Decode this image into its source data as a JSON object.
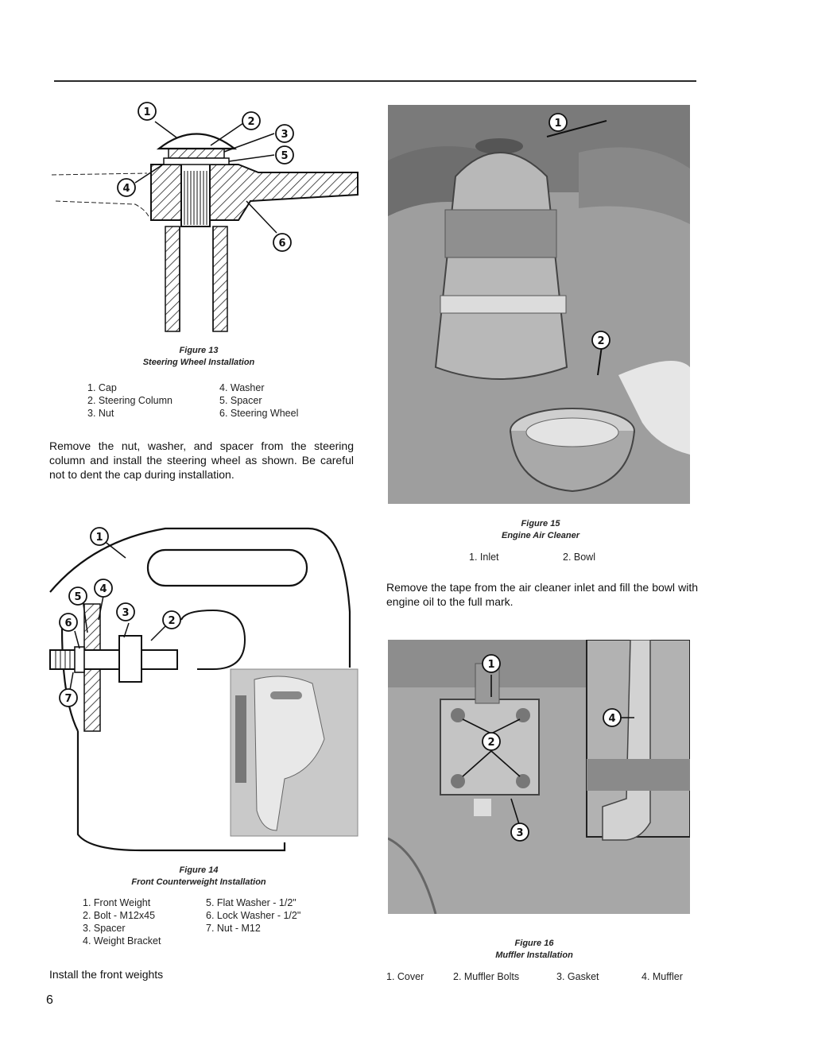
{
  "figure13": {
    "label": "Figure 13",
    "title": "Steering Wheel Installation",
    "callouts": [
      "1",
      "2",
      "3",
      "4",
      "5",
      "6"
    ],
    "legend_left": [
      "1. Cap",
      "2. Steering Column",
      "3. Nut"
    ],
    "legend_right": [
      "4. Washer",
      "5. Spacer",
      "6. Steering Wheel"
    ]
  },
  "text13": "Remove the nut, washer, and spacer from the steering column and install the steering wheel as shown. Be careful not to dent the cap during installation.",
  "figure14": {
    "label": "Figure 14",
    "title": "Front Counterweight Installation",
    "callouts": [
      "1",
      "2",
      "3",
      "4",
      "5",
      "6",
      "7"
    ],
    "legend_left": [
      "1. Front Weight",
      "2. Bolt - M12x45",
      "3. Spacer",
      "4. Weight Bracket"
    ],
    "legend_right": [
      "5. Flat Washer - 1/2\"",
      "6. Lock Washer - 1/2\"",
      "7. Nut - M12"
    ]
  },
  "text14": "Install the front weights",
  "figure15": {
    "label": "Figure 15",
    "title": "Engine Air Cleaner",
    "callouts": [
      "1",
      "2"
    ],
    "legend": [
      "1. Inlet",
      "2. Bowl"
    ]
  },
  "text15": "Remove the tape from the air cleaner inlet and fill the bowl with engine oil to the full mark.",
  "figure16": {
    "label": "Figure 16",
    "title": "Muffler Installation",
    "callouts": [
      "1",
      "2",
      "3",
      "4"
    ],
    "legend": [
      "1. Cover",
      "2. Muffler Bolts",
      "3. Gasket",
      "4. Muffler"
    ]
  },
  "page_number": "6"
}
